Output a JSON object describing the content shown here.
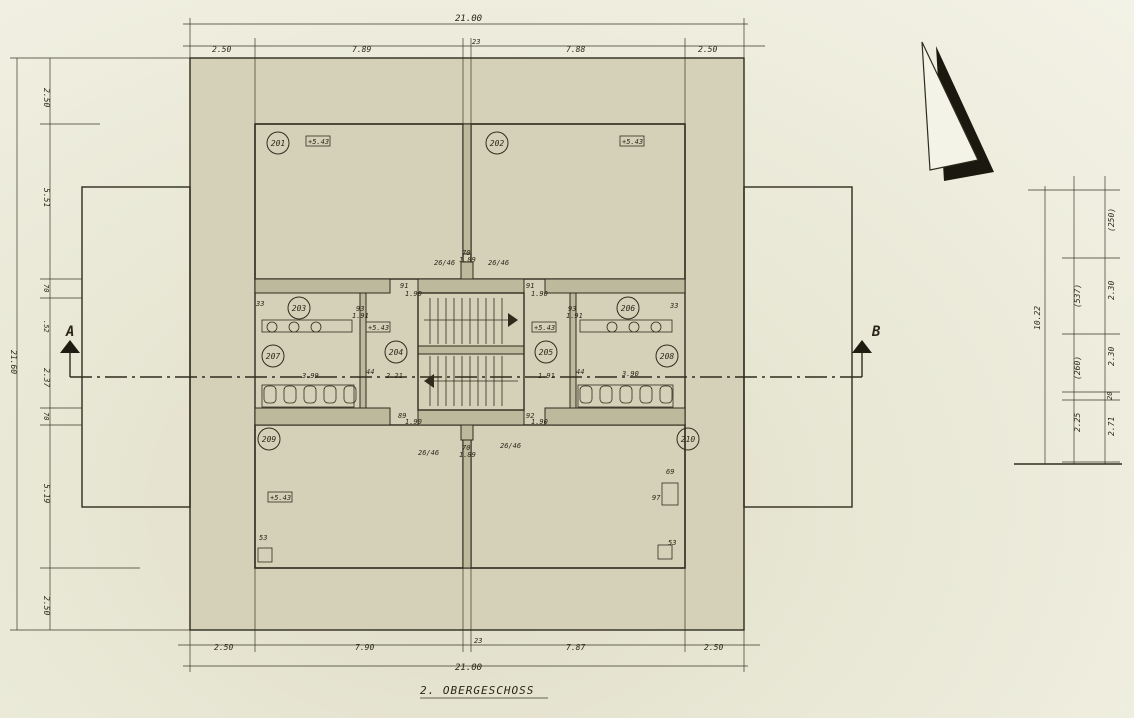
{
  "plan": {
    "title": "2. OBERGESCHOSS",
    "section_labels": {
      "left": "A",
      "right": "B"
    },
    "rooms": [
      "201",
      "202",
      "203",
      "204",
      "205",
      "206",
      "207",
      "208",
      "209",
      "210"
    ],
    "top_dims": {
      "overall": "21.00",
      "left_bay": "2.50",
      "left_span": "7.89",
      "mid": "23",
      "right_span": "7.88",
      "right_bay": "2.50"
    },
    "bottom_dims": {
      "overall": "21.00",
      "left_bay": "2.50",
      "left_span": "7.90",
      "mid": "23",
      "right_span": "7.87",
      "right_bay": "2.50"
    },
    "left_dims": {
      "overall": "21.60",
      "top": "2.50",
      "upper": "5.51",
      "a": "70",
      "b": ".52",
      "c": "2.37",
      "d": "70",
      "lower": "5.19",
      "bottom": "2.50"
    },
    "right_dims": {
      "total": "10.22",
      "a": "(250)",
      "b": "(537)",
      "c": "2.30",
      "d": "(260)",
      "e": "2.30",
      "f": "20",
      "g": "2.25",
      "h": "2.71"
    },
    "stair_dims": {
      "top_w": "70",
      "top_h": "1.89",
      "bot_w": "70",
      "bot_h": "1.89",
      "ratio_tl": "26/46",
      "ratio_tr": "26/46",
      "ratio_bl": "26/46",
      "ratio_br": "26/46",
      "w91a": "91",
      "w91b": "91",
      "w190a": "1.90",
      "w190b": "1.90",
      "w89": "89",
      "w190c": "1.90",
      "w92": "92",
      "w190d": "1.90"
    },
    "corridor_dims": {
      "l_93": "93",
      "l_191": "1.91",
      "r_93": "93",
      "r_191": "1.91",
      "l_399": "3.99",
      "l_221": "2.21",
      "r_191b": "1.91",
      "r_390": "3.90",
      "l_33": "33",
      "r_33": "33",
      "l_53": "53",
      "r_53": "53",
      "r_69": "69",
      "r_97": "97",
      "l_44": "44",
      "r_44": "44"
    },
    "elevation_marks": {
      "e1": "+5.43",
      "e2": "+5.43",
      "e3": "+5.43",
      "e4": "+5.43",
      "e5": "+5.43"
    }
  }
}
